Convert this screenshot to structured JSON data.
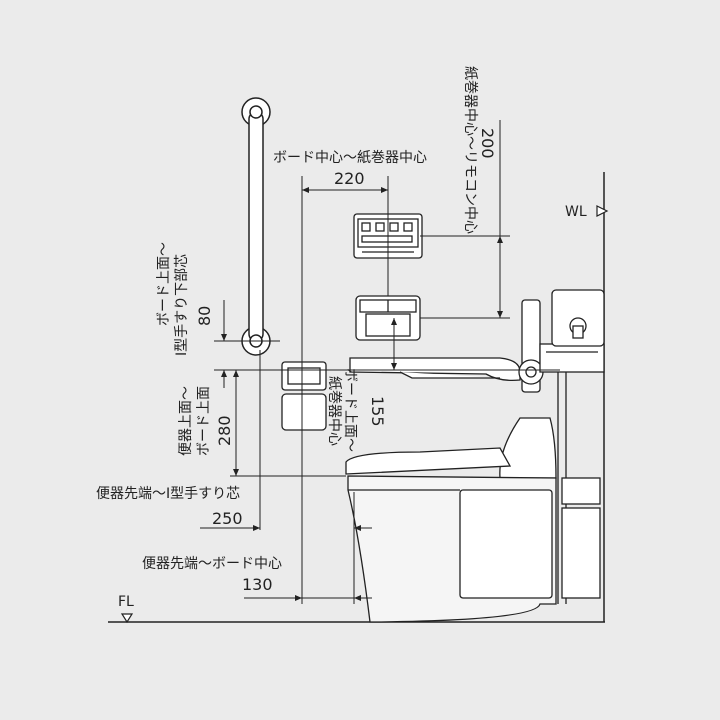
{
  "labels": {
    "board_to_paper": "ボード中心～紙巻器中心",
    "paper_to_remote_line1": "紙巻器中心～リモコン中心",
    "board_top_to_rail_line1": "ボード上面～",
    "board_top_to_rail_line2": "I型手すり下部芯",
    "toilet_top_to_board_line1": "便器上面～",
    "toilet_top_to_board_line2": "ボード上面",
    "board_top_to_paper_line1": "ボード上面～",
    "board_top_to_paper_line2": "紙巻器中心",
    "toilet_front_to_rail": "便器先端～I型手すり芯",
    "toilet_front_to_board": "便器先端～ボード中心",
    "wall": "WL",
    "floor": "FL"
  },
  "dimensions": {
    "board_to_paper": "220",
    "paper_to_remote": "200",
    "board_top_to_rail": "80",
    "toilet_top_to_board": "280",
    "board_top_to_paper": "155",
    "toilet_front_to_rail": "250",
    "toilet_front_to_board": "130"
  },
  "colors": {
    "background": "#ebebeb",
    "line": "#222222",
    "fixture_fill": "#ffffff"
  }
}
